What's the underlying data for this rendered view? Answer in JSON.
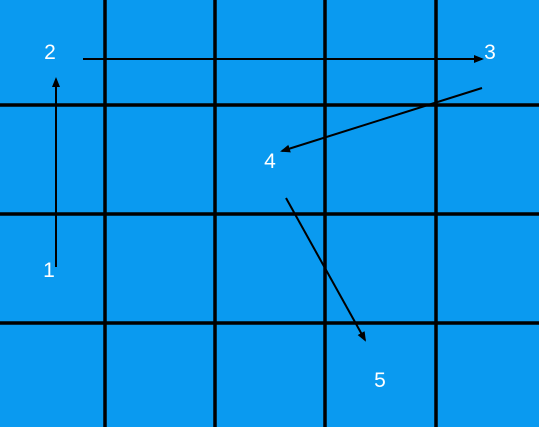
{
  "diagram": {
    "background_color": "#0a9af0",
    "grid_line_color": "#000000",
    "label_color": "#ffffff",
    "arrow_color": "#000000",
    "labels": [
      "1",
      "2",
      "3",
      "4",
      "5"
    ]
  }
}
